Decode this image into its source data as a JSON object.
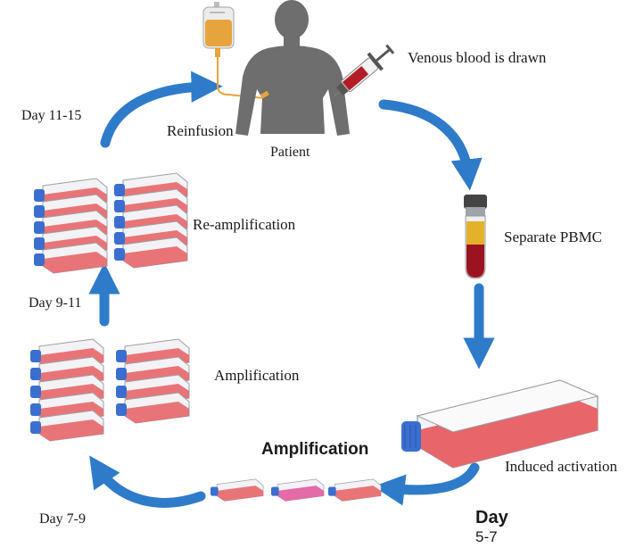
{
  "labels": {
    "patient": "Patient",
    "venous_blood": "Venous blood is drawn",
    "reinfusion": "Reinfusion",
    "separate_pbmc": "Separate PBMC",
    "induced_activation": "Induced activation",
    "amplification_bold": "Amplification",
    "day_5_7_line1": "Day",
    "day_5_7_line2": "5-7",
    "day_7_9": "Day 7-9",
    "amplification": "Amplification",
    "day_9_11": "Day 9-11",
    "re_amplification": "Re-amplification",
    "day_11_15": "Day 11-15"
  },
  "colors": {
    "arrow": "#2e7bc9",
    "cap": "#3a6fcf",
    "flask_fill": "#e8666a",
    "flask_body": "#f3f3f5",
    "patient": "#6e6e6e",
    "iv_fluid": "#e6a43c",
    "blood": "#9b1320",
    "plasma": "#e3b22a"
  },
  "icons": [
    "patient-silhouette-icon",
    "iv-bag-icon",
    "syringe-icon",
    "blood-tube-icon",
    "culture-flask-icon"
  ]
}
